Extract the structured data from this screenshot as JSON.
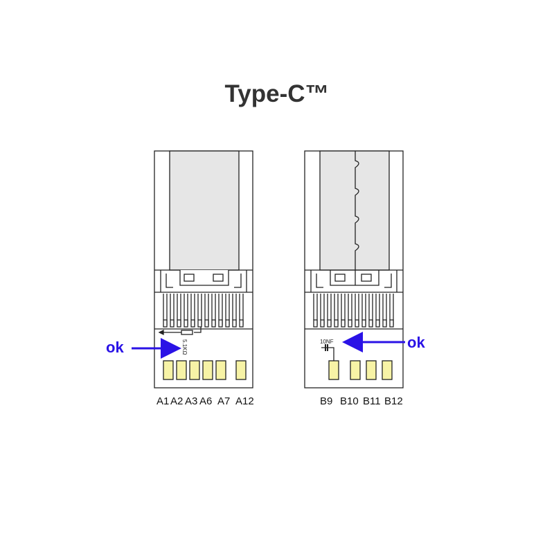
{
  "title": "Type-C™",
  "left_connector": {
    "pin_labels": [
      "A1",
      "A2",
      "A3",
      "A6",
      "A7",
      "A12"
    ],
    "component_label": "5.1KΩ",
    "annotation": "ok"
  },
  "right_connector": {
    "pin_labels": [
      "B9",
      "B10",
      "B11",
      "B12"
    ],
    "component_label": "10NF",
    "annotation": "ok"
  },
  "colors": {
    "pad": "#f7f3a6",
    "shell": "#e6e6e6",
    "arrow": "#2a12e6",
    "line": "#222222"
  }
}
